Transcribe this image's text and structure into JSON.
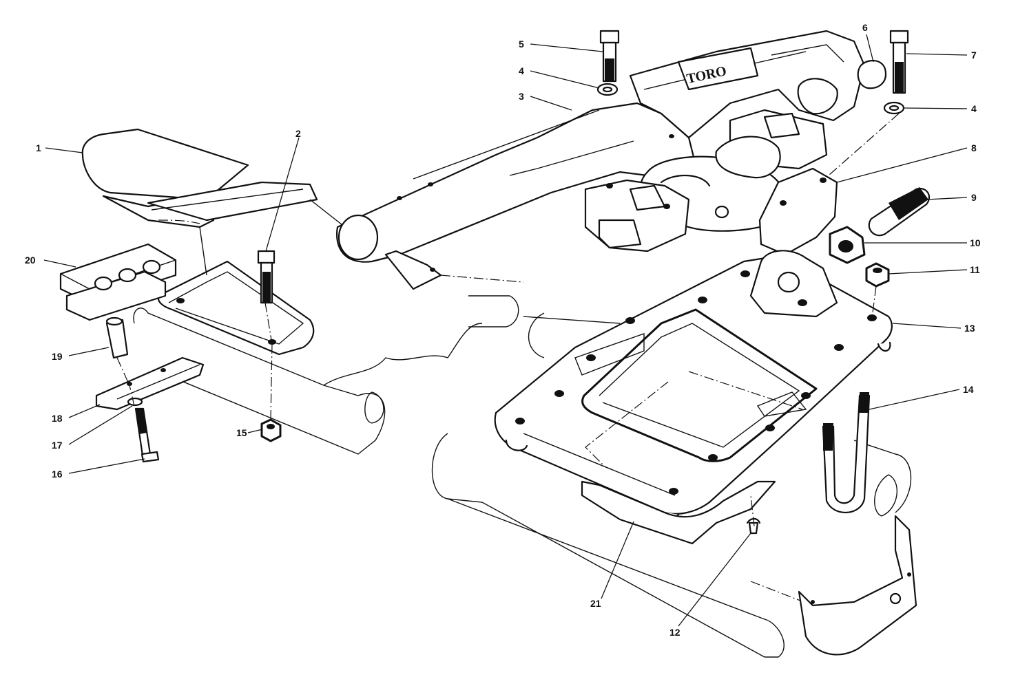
{
  "diagram": {
    "brand_text": "TORO",
    "callouts": [
      "1",
      "2",
      "3",
      "4",
      "5",
      "6",
      "7",
      "4",
      "8",
      "9",
      "10",
      "11",
      "13",
      "14",
      "20",
      "19",
      "18",
      "17",
      "16",
      "15",
      "21",
      "12"
    ]
  }
}
